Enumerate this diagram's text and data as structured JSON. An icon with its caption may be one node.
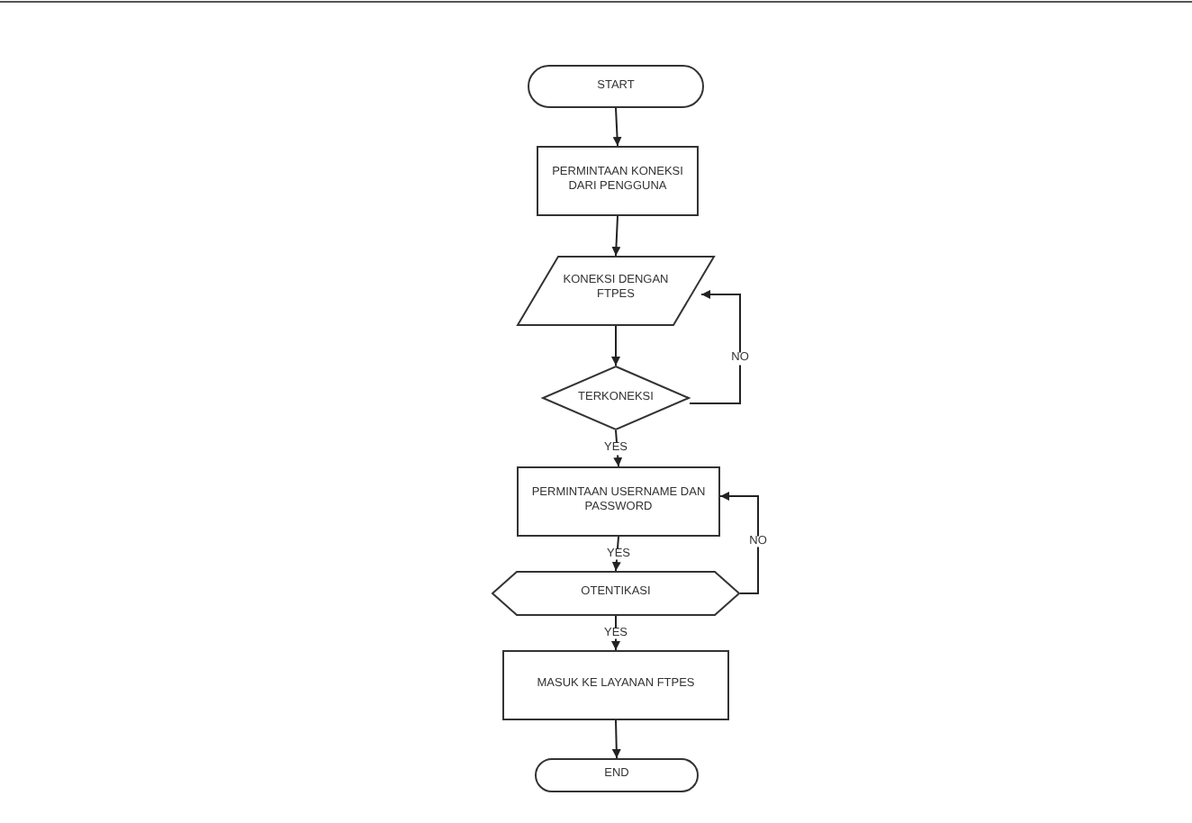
{
  "diagram": {
    "nodes": [
      {
        "text": [
          "START"
        ]
      },
      {
        "text": [
          "PERMINTAAN KONEKSI DARI PENGGUNA"
        ]
      },
      {
        "text": [
          "KONEKSI DENGAN FTPES"
        ]
      },
      {
        "text": [
          "TERKONEKSI"
        ]
      },
      {
        "text": [
          "PERMINTAAN USERNAME DAN PASSWORD"
        ]
      },
      {
        "text": [
          "OTENTIKASI"
        ]
      },
      {
        "text": [
          "MASUK KE LAYANAN FTPES"
        ]
      },
      {
        "text": [
          "END"
        ]
      }
    ],
    "edges": [
      {
        "from": 0,
        "to": 1,
        "arrow": "to"
      },
      {
        "from": 1,
        "to": 2,
        "arrow": "to"
      },
      {
        "from": 2,
        "to": 3,
        "arrow": "to"
      },
      {
        "from": 3,
        "to": 2,
        "arrow": "to",
        "label": "NO"
      },
      {
        "from": 3,
        "to": 4,
        "arrow": "to",
        "label": "YES"
      },
      {
        "from": 4,
        "to": 5,
        "arrow": "to",
        "label": "YES"
      },
      {
        "from": 5,
        "to": 4,
        "arrow": "to",
        "label": "NO"
      },
      {
        "from": 5,
        "to": 6,
        "arrow": "to",
        "label": "YES"
      },
      {
        "from": 6,
        "to": 7,
        "arrow": "to"
      }
    ]
  }
}
